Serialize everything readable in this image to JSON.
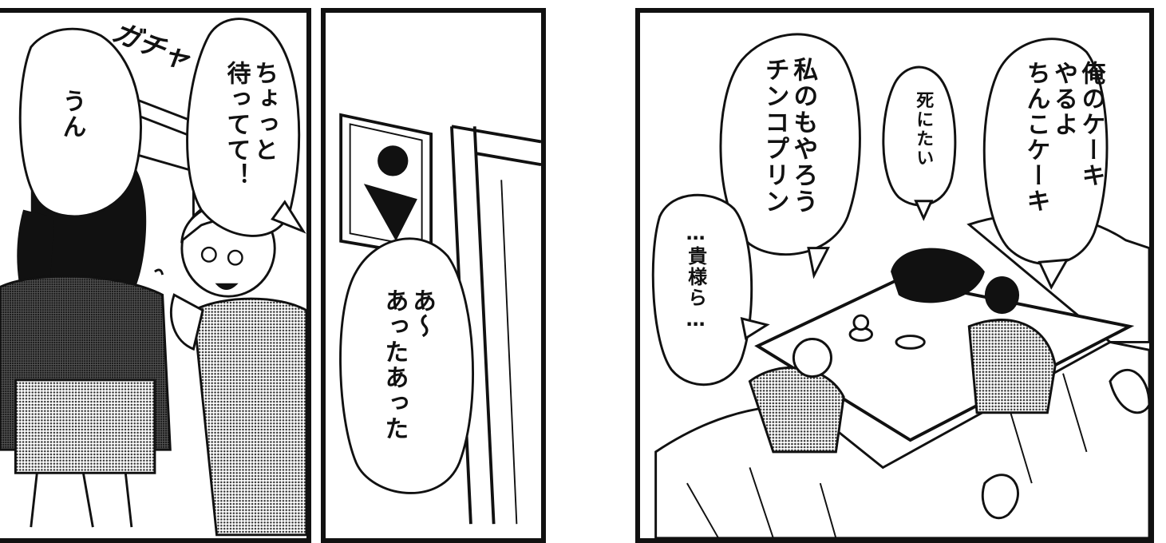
{
  "panels": {
    "p1": {
      "sfx": "ガチャ",
      "bubble_a": "うん",
      "bubble_b": [
        "ちょっと",
        "待ってて！"
      ]
    },
    "p2": {
      "bubble": [
        "あ～",
        "あったあった"
      ]
    },
    "p3": {
      "bubble_keki": [
        "俺のケーキ",
        "やるよ",
        "ちんこケーキ"
      ],
      "bubble_shini": "死にたい",
      "bubble_purin": [
        "私のもやろう",
        "チンコプリン"
      ],
      "bubble_kisama": "…貴様ら…"
    }
  }
}
